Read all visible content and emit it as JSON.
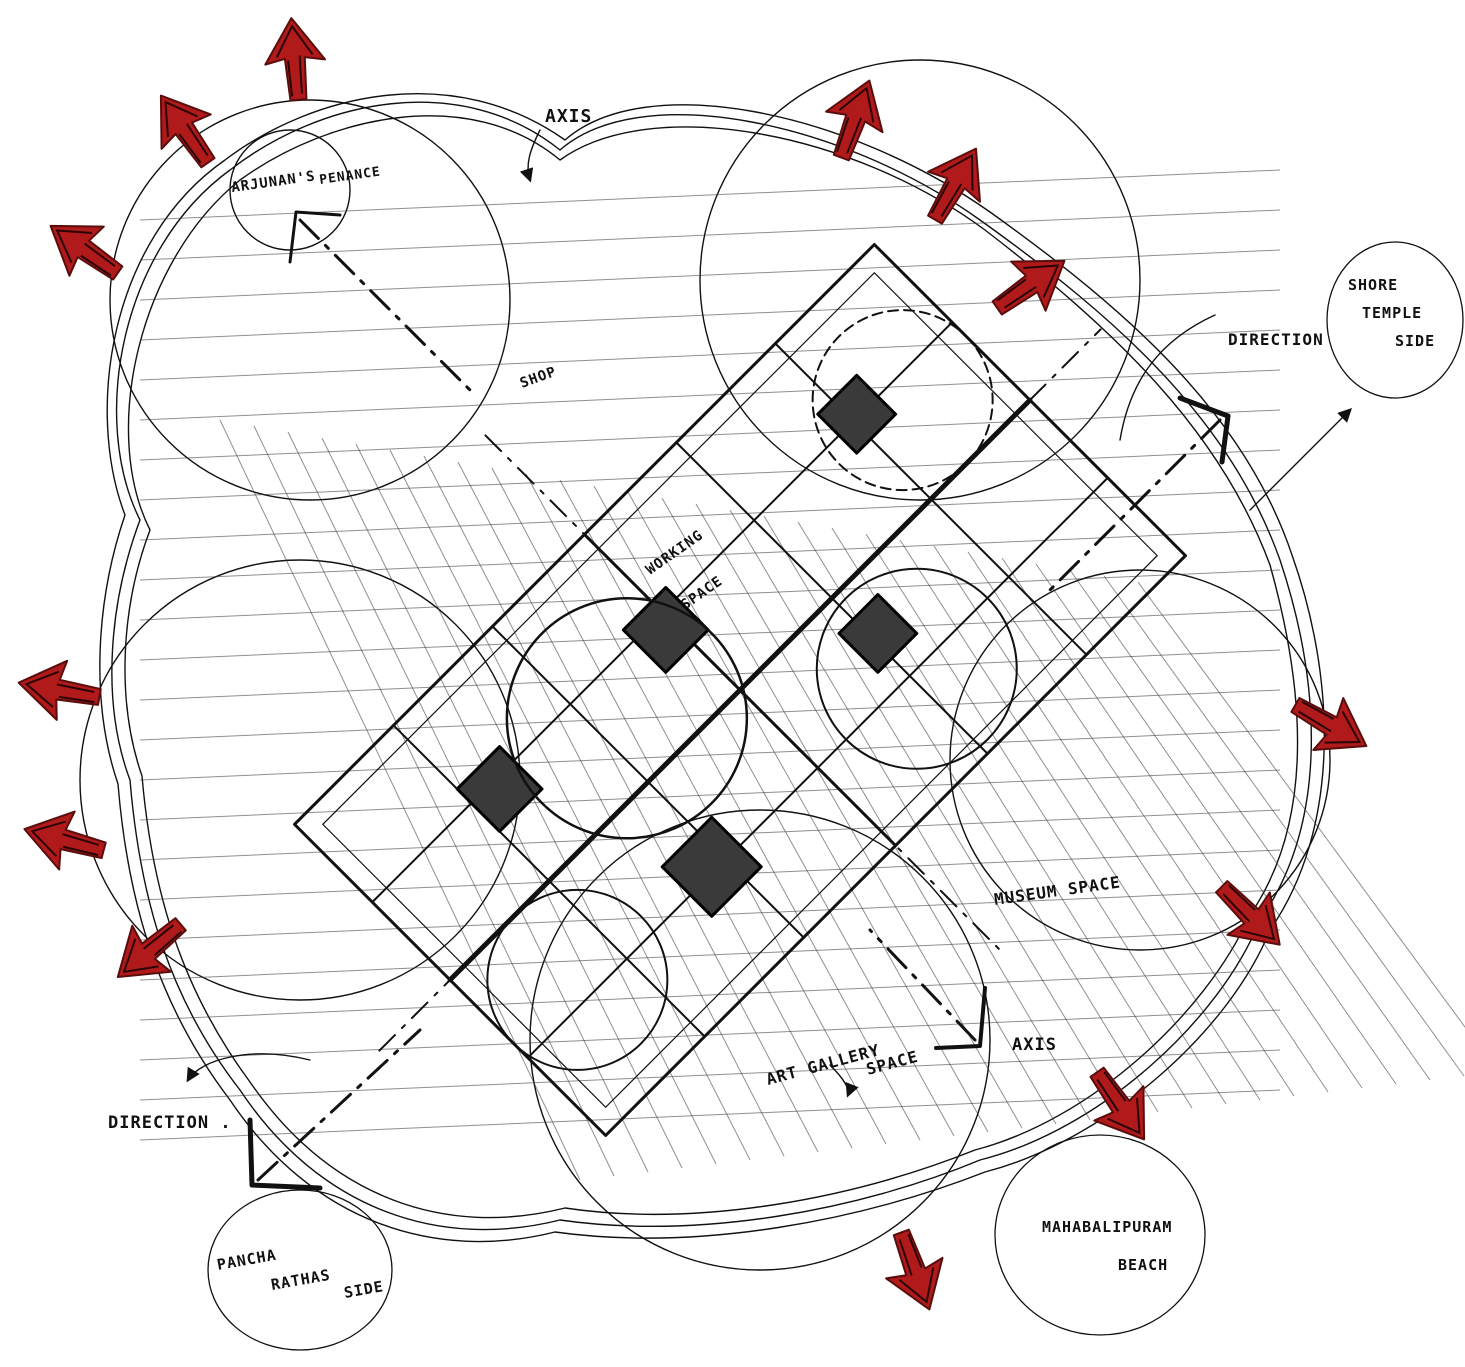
{
  "title": "",
  "colors": {
    "ink": "#111111",
    "accent": "#b11a1a",
    "paper": "#ffffff"
  },
  "labels": {
    "axis_top": "AXIS",
    "arjunas_penance_line1": "ARJUNAN'S",
    "arjunas_penance_line2": "PENANCE",
    "shop": "SHOP",
    "working_space_line1": "WORKING",
    "working_space_line2": "SPACE",
    "direction_right": "DIRECTION",
    "shore_temple_line1": "SHORE",
    "shore_temple_line2": "TEMPLE",
    "shore_temple_line3": "SIDE",
    "museum_space": "MUSEUM SPACE",
    "art_gallery_line1": "ART GALLERY",
    "art_gallery_line2": "SPACE",
    "axis_bottom": "AXIS",
    "direction_left": "DIRECTION .",
    "pancha_rathas_line1": "PANCHA",
    "pancha_rathas_line2": "RATHAS",
    "pancha_rathas_line3": "SIDE",
    "mahabalipuram_line1": "MAHABALIPURAM",
    "mahabalipuram_line2": "BEACH"
  },
  "icons": {
    "outward_arrow": "red-outward-arrow-icon",
    "axis_arrow": "axis-arrow-icon"
  }
}
